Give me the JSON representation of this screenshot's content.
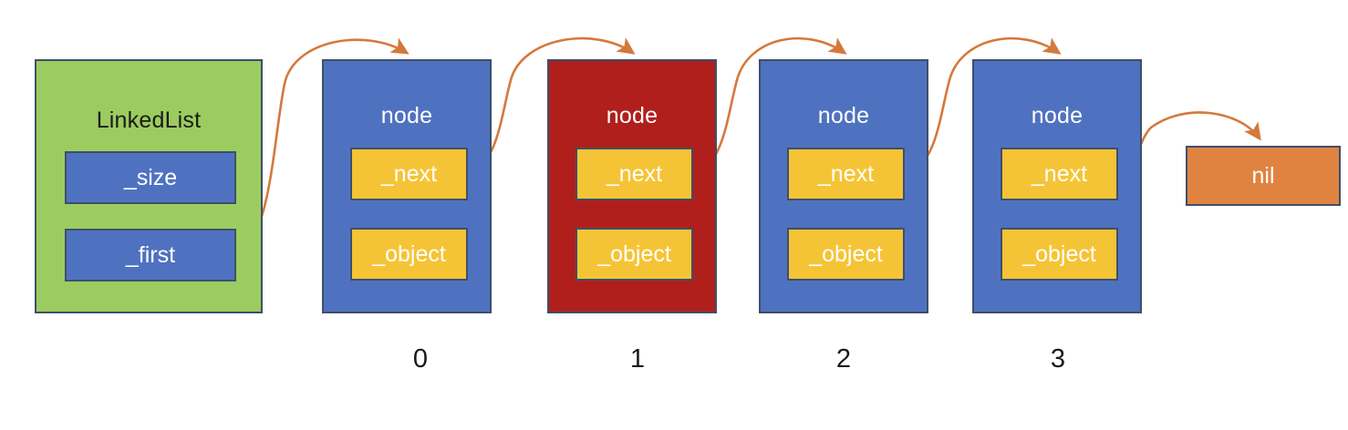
{
  "diagram": {
    "title_absent": true,
    "colors": {
      "linkedlist_fill": "#9CCC5F",
      "node_fill": "#4F72C0",
      "node_highlight_fill": "#B01F1C",
      "field_yellow_fill": "#F5C436",
      "nil_fill": "#E08340",
      "border": "#3d4f6b",
      "arrow": "#D4793C",
      "text_light": "#FFFFFF",
      "text_dark": "#1A1A1A"
    },
    "linkedlist": {
      "title": "LinkedList",
      "fields": [
        {
          "label": "_size"
        },
        {
          "label": "_first"
        }
      ]
    },
    "nodes": [
      {
        "title": "node",
        "index_label": "0",
        "highlighted": false,
        "fields": [
          {
            "label": "_next"
          },
          {
            "label": "_object"
          }
        ]
      },
      {
        "title": "node",
        "index_label": "1",
        "highlighted": true,
        "fields": [
          {
            "label": "_next"
          },
          {
            "label": "_object"
          }
        ]
      },
      {
        "title": "node",
        "index_label": "2",
        "highlighted": false,
        "fields": [
          {
            "label": "_next"
          },
          {
            "label": "_object"
          }
        ]
      },
      {
        "title": "node",
        "index_label": "3",
        "highlighted": false,
        "fields": [
          {
            "label": "_next"
          },
          {
            "label": "_object"
          }
        ]
      }
    ],
    "terminator": {
      "label": "nil"
    },
    "arrows": [
      {
        "from": "linkedlist._first",
        "to": "node-0"
      },
      {
        "from": "node-0._next",
        "to": "node-1"
      },
      {
        "from": "node-1._next",
        "to": "node-2"
      },
      {
        "from": "node-2._next",
        "to": "node-3"
      },
      {
        "from": "node-3._next",
        "to": "nil"
      }
    ]
  }
}
